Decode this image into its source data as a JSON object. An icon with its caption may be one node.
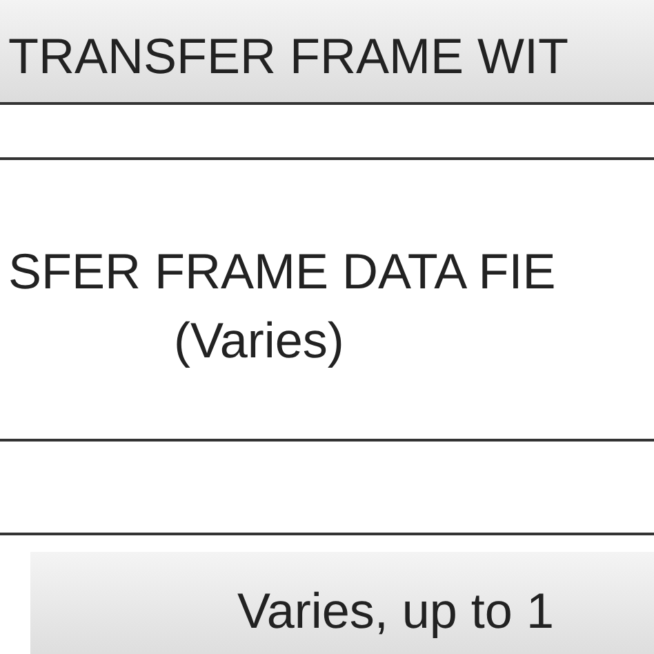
{
  "diagram": {
    "nodes": [
      {
        "text": [
          "TRANSFER FRAME WIT"
        ]
      },
      {
        "text": [
          "SFER FRAME DATA FIE",
          "(Varies)"
        ]
      },
      {
        "text": [
          "Varies, up to 1"
        ]
      }
    ]
  }
}
